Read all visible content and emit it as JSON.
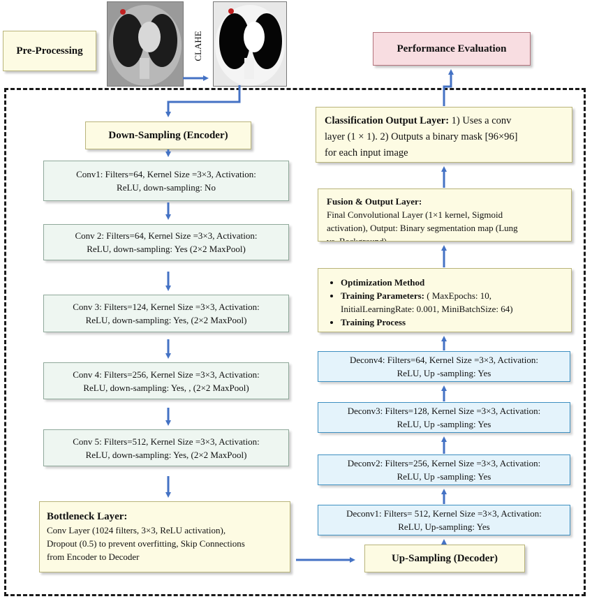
{
  "preprocessing": {
    "label": "Pre-Processing",
    "clahe_label": "CLAHE"
  },
  "performance": {
    "label": "Performance Evaluation"
  },
  "encoder": {
    "title": "Down-Sampling (Encoder)",
    "layers": [
      {
        "line1": "Conv1: Filters=64, Kernel Size =3×3, Activation:",
        "line2": "ReLU, down-sampling: No"
      },
      {
        "line1": "Conv 2: Filters=64, Kernel Size =3×3, Activation:",
        "line2": "ReLU, down-sampling: Yes (2×2 MaxPool)"
      },
      {
        "line1": "Conv 3: Filters=124, Kernel Size =3×3, Activation:",
        "line2": "ReLU, down-sampling: Yes, (2×2 MaxPool)"
      },
      {
        "line1": "Conv 4: Filters=256, Kernel Size =3×3, Activation:",
        "line2": "ReLU, down-sampling: Yes, , (2×2 MaxPool)"
      },
      {
        "line1": "Conv 5: Filters=512, Kernel Size =3×3, Activation:",
        "line2": "ReLU, down-sampling: Yes, (2×2 MaxPool)"
      }
    ]
  },
  "bottleneck": {
    "title": "Bottleneck Layer:",
    "line1": "Conv Layer (1024 filters, 3×3, ReLU activation),",
    "line2": "Dropout (0.5) to prevent overfitting, Skip Connections",
    "line3": "from Encoder to Decoder"
  },
  "decoder": {
    "title": "Up-Sampling (Decoder)",
    "layers": [
      {
        "line1": "Deconv1: Filters= 512, Kernel Size =3×3, Activation:",
        "line2": "ReLU, Up-sampling: Yes"
      },
      {
        "line1": "Deconv2: Filters=256, Kernel Size =3×3, Activation:",
        "line2": "ReLU, Up -sampling: Yes"
      },
      {
        "line1": "Deconv3: Filters=128, Kernel Size =3×3, Activation:",
        "line2": "ReLU, Up -sampling: Yes"
      },
      {
        "line1": "Deconv4: Filters=64, Kernel Size =3×3, Activation:",
        "line2": "ReLU, Up -sampling: Yes"
      }
    ]
  },
  "training": {
    "item1": "Optimization Method",
    "item2_label": "Training Parameters:",
    "item2_text": " ( MaxEpochs: 10,",
    "item2_line2": "InitialLearningRate: 0.001, MiniBatchSize: 64)",
    "item3": "Training Process"
  },
  "fusion": {
    "title": "Fusion & Output Layer:",
    "line1": "Final Convolutional Layer (1×1 kernel, Sigmoid",
    "line2": "activation), Output: Binary segmentation map (Lung",
    "line3": "vs. Background)"
  },
  "classification": {
    "title": "Classification Output Layer:",
    "text1": " 1) Uses a conv",
    "line2": "layer (1 × 1).  2) Outputs a binary mask [96×96]",
    "line3": "for each input image"
  },
  "colors": {
    "arrow": "#4472c4",
    "yellow_box": "#fdfbe3",
    "green_box": "#eef6f1",
    "blue_box": "#e4f3fb",
    "pink_box": "#f8dde1"
  }
}
